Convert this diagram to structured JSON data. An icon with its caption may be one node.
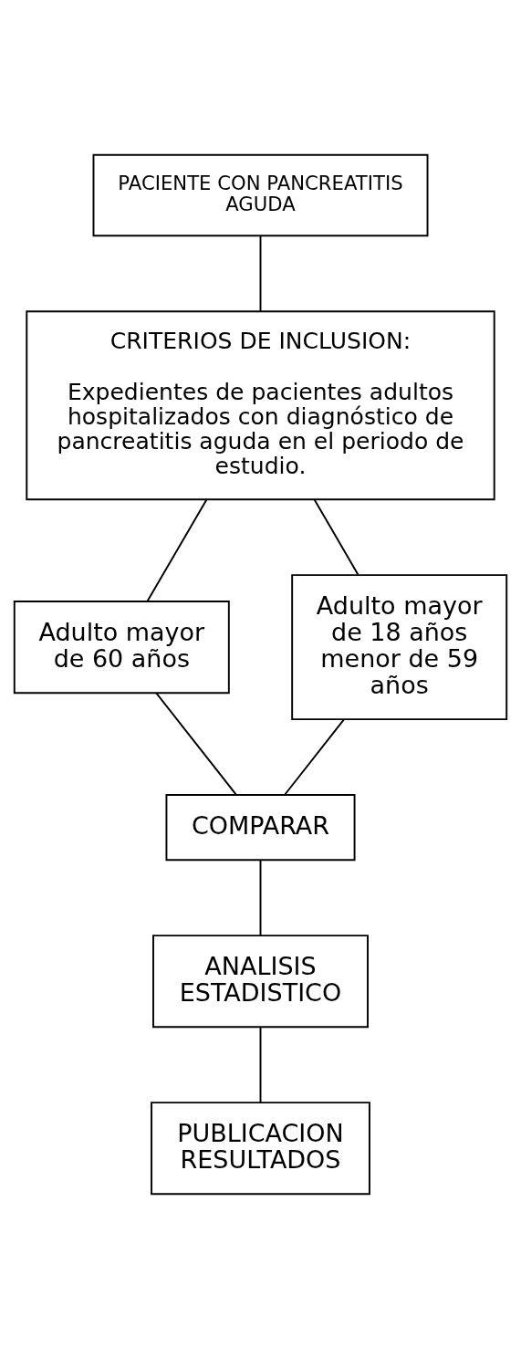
{
  "diagram": {
    "nodes": [
      {
        "text": [
          "PACIENTE CON PANCREATITIS AGUDA"
        ]
      },
      {
        "text": [
          "CRITERIOS DE INCLUSION:",
          "Expedientes de pacientes adultos hospitalizados con diagnóstico de pancreatitis aguda en el periodo de estudio."
        ]
      },
      {
        "text": [
          "Adulto mayor de 60 años"
        ]
      },
      {
        "text": [
          "Adulto mayor de 18 años menor de 59 años"
        ]
      },
      {
        "text": [
          "COMPARAR"
        ]
      },
      {
        "text": [
          "ANALISIS ESTADISTICO"
        ]
      },
      {
        "text": [
          "PUBLICACION RESULTADOS"
        ]
      }
    ],
    "edges": [
      {
        "from": 0,
        "to": 1,
        "arrow": "none"
      },
      {
        "from": 1,
        "to": 2,
        "arrow": "none"
      },
      {
        "from": 1,
        "to": 3,
        "arrow": "none"
      },
      {
        "from": 2,
        "to": 4,
        "arrow": "none"
      },
      {
        "from": 3,
        "to": 4,
        "arrow": "none"
      },
      {
        "from": 4,
        "to": 5,
        "arrow": "none"
      },
      {
        "from": 5,
        "to": 6,
        "arrow": "none"
      }
    ]
  }
}
